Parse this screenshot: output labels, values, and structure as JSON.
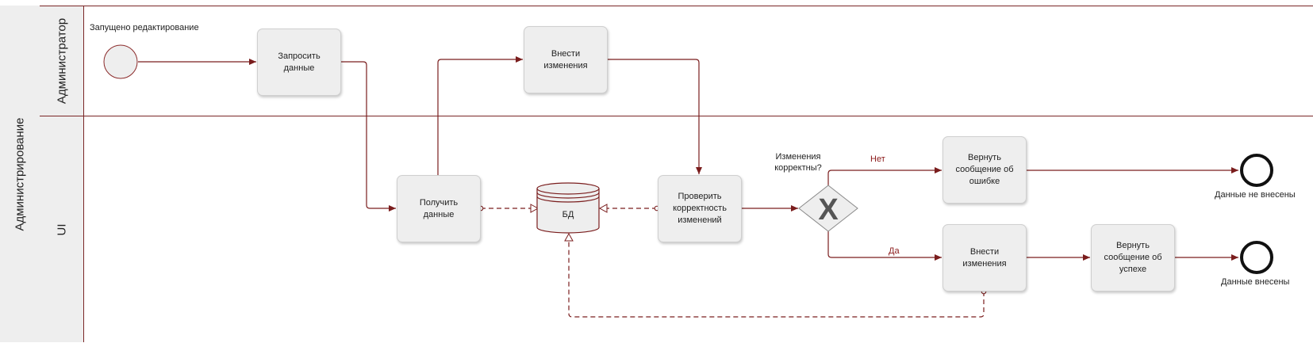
{
  "pool": {
    "label": "Администрирование"
  },
  "lanes": {
    "admin": "Администратор",
    "ui": "UI"
  },
  "start_event": {
    "label": "Запущено редактирование"
  },
  "tasks": {
    "request_data": "Запросить данные",
    "make_changes_admin": "Внести изменения",
    "get_data": "Получить данные",
    "check_changes": "Проверить корректность изменений",
    "return_error": "Вернуть сообщение об ошибке",
    "apply_changes": "Внести изменения",
    "return_success": "Вернуть сообщение об успехе"
  },
  "datastore": {
    "label": "БД"
  },
  "gateway": {
    "question": "Изменения корректны?",
    "symbol": "X",
    "no_label": "Нет",
    "yes_label": "Да"
  },
  "end_events": {
    "not_saved": "Данные не внесены",
    "saved": "Данные внесены"
  },
  "colors": {
    "flow": "#7a1d1d",
    "lane_border": "#7a2626",
    "shape_fill": "#eeeeee"
  }
}
